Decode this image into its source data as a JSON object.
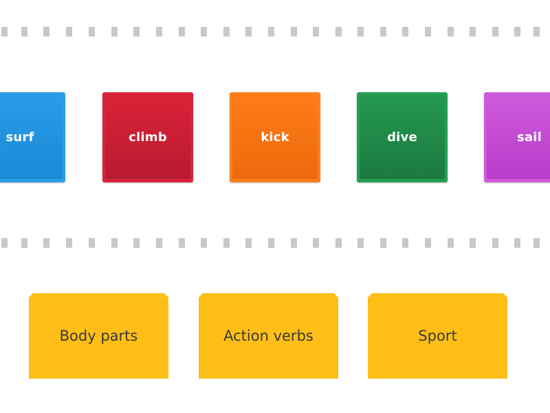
{
  "tiles": [
    {
      "label": "surf",
      "color": "#2d9ee6"
    },
    {
      "label": "climb",
      "color": "#d8233a"
    },
    {
      "label": "kick",
      "color": "#fb7f1d"
    },
    {
      "label": "dive",
      "color": "#24a052"
    },
    {
      "label": "sail",
      "color": "#cc5bd8"
    }
  ],
  "categories": [
    {
      "label": "Body parts"
    },
    {
      "label": "Action verbs"
    },
    {
      "label": "Sport"
    }
  ],
  "colors": {
    "category_bg": "#fcbf18",
    "category_text": "#3a3a3a",
    "divider": "#c8c8c8"
  }
}
